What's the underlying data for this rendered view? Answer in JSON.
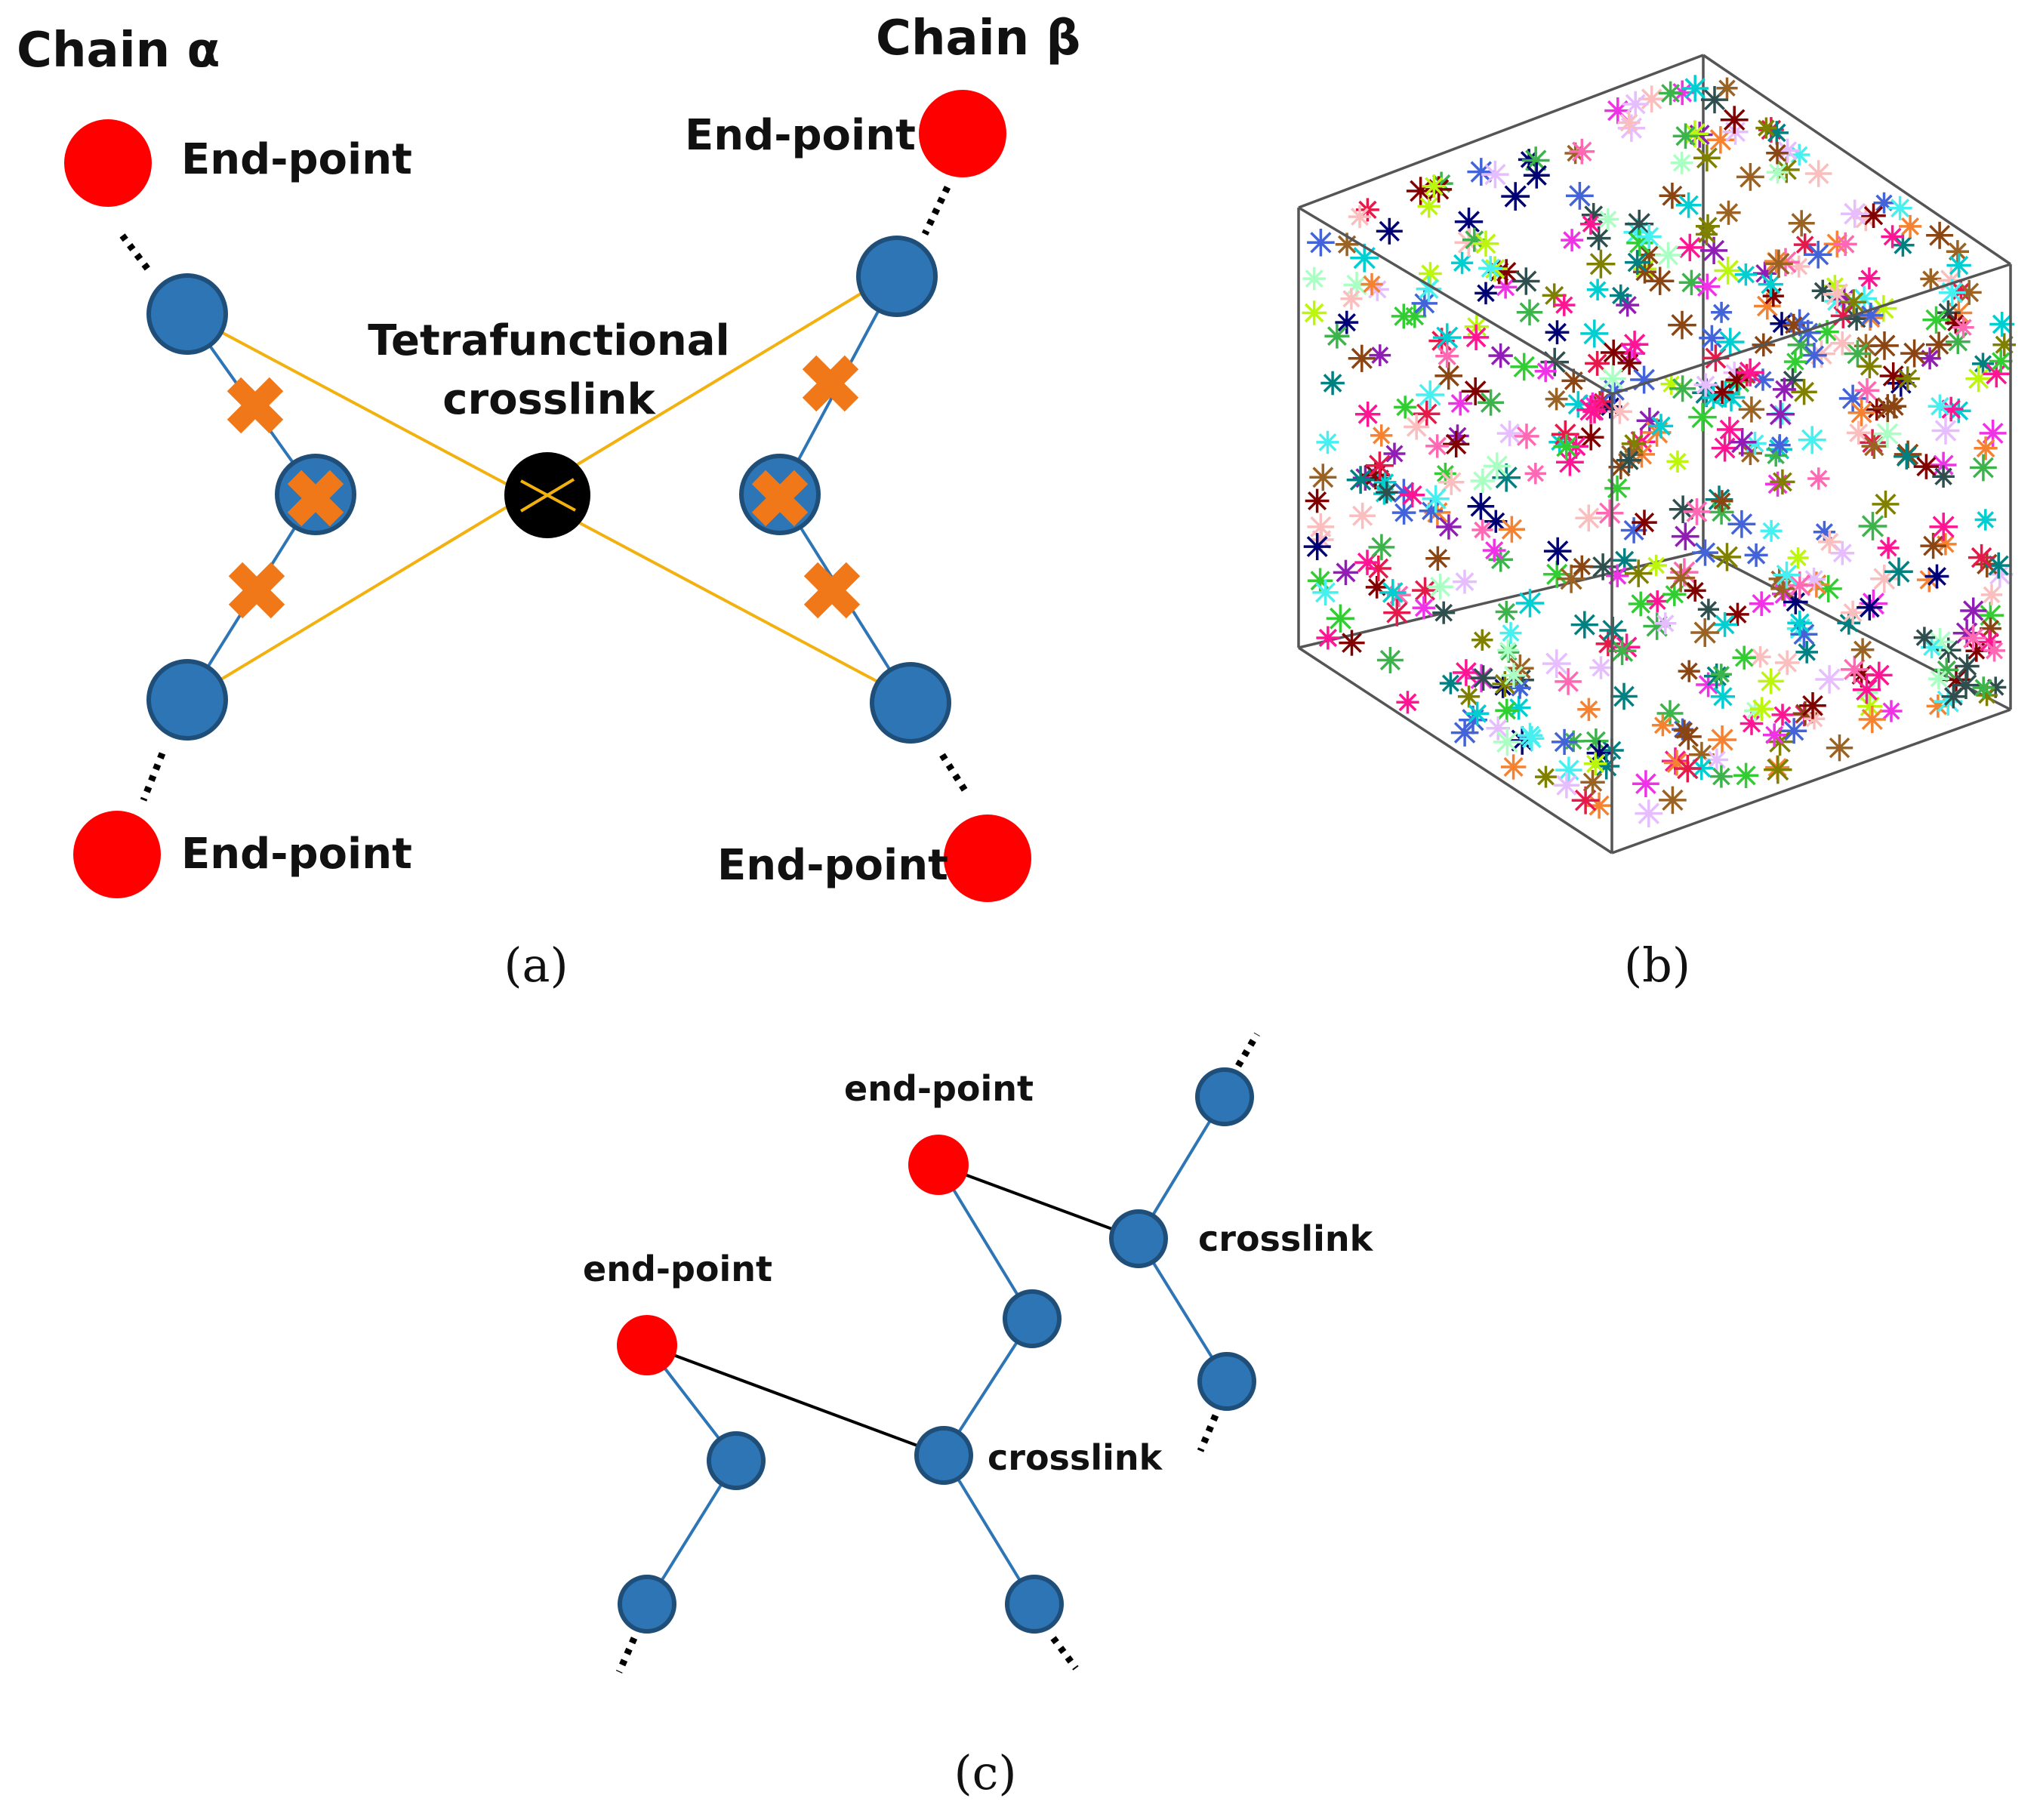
{
  "panel_a": {
    "chain_alpha_label": "Chain α",
    "chain_beta_label": "Chain β",
    "endpoint_label": "End-point",
    "center_label_line1": "Tetrafunctional",
    "center_label_line2": "crosslink",
    "caption": "(a)",
    "colors": {
      "bead": "#2e75b6",
      "endpoint": "#ff0000",
      "crosslink": "#000000",
      "connector": "#f2b10f",
      "x_mark": "#f07819"
    }
  },
  "panel_b": {
    "caption": "(b)",
    "marker_icon": "asterisk-icon",
    "colors": {
      "box_edge": "#555555"
    }
  },
  "panel_c": {
    "endpoint_label": "end-point",
    "crosslink_label": "crosslink",
    "caption": "(c)"
  }
}
